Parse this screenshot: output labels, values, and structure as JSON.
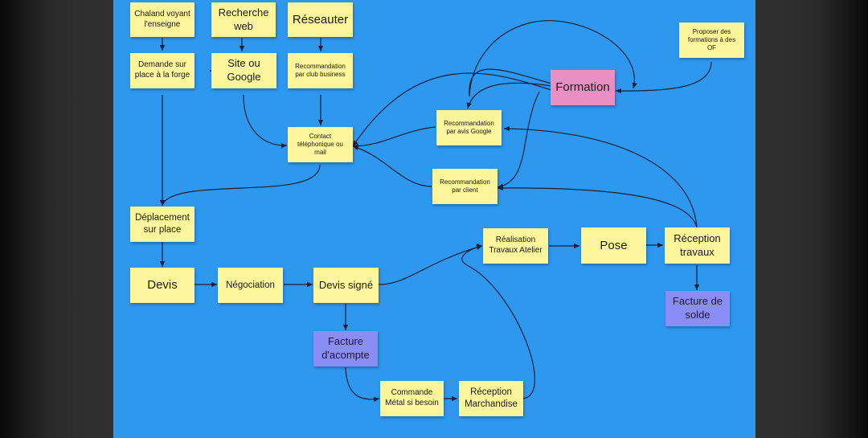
{
  "nodes": {
    "chaland": "Chaland voyant\nl'enseigne",
    "recherche": "Recherche\nweb",
    "reseauter": "Réseauter",
    "demande": "Demande sur\nplace à la forge",
    "site": "Site ou\nGoogle",
    "reco_club": "Recommandation\npar club business",
    "contact": "Contact\ntéléphonique ou\nmail",
    "formation": "Formation",
    "proposer": "Proposer des\nformations à des\nOF",
    "reco_google": "Recommandation\npar avis Google",
    "reco_client": "Recommandation\npar client",
    "deplacement": "Déplacement\nsur place",
    "devis": "Devis",
    "negociation": "Négociation",
    "devis_signe": "Devis signé",
    "realisation": "Réalisation\nTravaux Atelier",
    "pose": "Pose",
    "reception_travaux": "Réception\ntravaux",
    "facture_solde": "Facture de\nsolde",
    "facture_acompte": "Facture\nd'acompte",
    "commande": "Commande\nMétal si besoin",
    "reception_marchandise": "Réception\nMarchandise"
  },
  "colors": {
    "board": "#2e97ee",
    "sticky": "#fdf59c",
    "formation": "#ea8fc4",
    "invoice": "#8a8df5",
    "connector": "#1a1f3a"
  }
}
